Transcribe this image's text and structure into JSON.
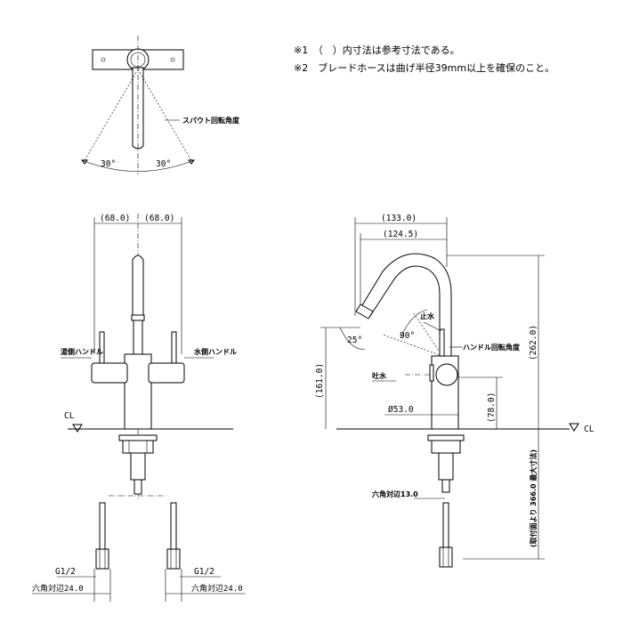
{
  "notes": {
    "note1": "※1　（　）内寸法は参考寸法である。",
    "note2": "※2　ブレードホースは曲げ半径39mm以上を確保のこと。"
  },
  "top_view": {
    "spout_rotation_label": "スパウト回転角度",
    "angle_left": "30°",
    "angle_right": "30°"
  },
  "front_view": {
    "dim_left": "(68.0)",
    "dim_right": "(68.0)",
    "hot_handle_label": "湯側ハンドル",
    "cold_handle_label": "水側ハンドル",
    "cl_label": "CL",
    "thread_left": "G1/2",
    "thread_right": "G1/2",
    "hex_left": "六角対辺24.0",
    "hex_right": "六角対辺24.0"
  },
  "side_view": {
    "dim_reach_total": "(133.0)",
    "dim_reach_spout": "(124.5)",
    "stop_label": "止水",
    "handle_rotation_label": "ハンドル回転角度",
    "angle_25": "25°",
    "angle_90": "90°",
    "discharge_label": "吐水",
    "dim_height_161": "(161.0)",
    "dim_height_262": "(262.0)",
    "dim_78": "(78.0)",
    "dim_dia53": "Ø53.0",
    "hex_13": "六角対辺13.0",
    "dim_366": "(取付面より 366.0 最大寸法)",
    "cl_label": "CL"
  }
}
